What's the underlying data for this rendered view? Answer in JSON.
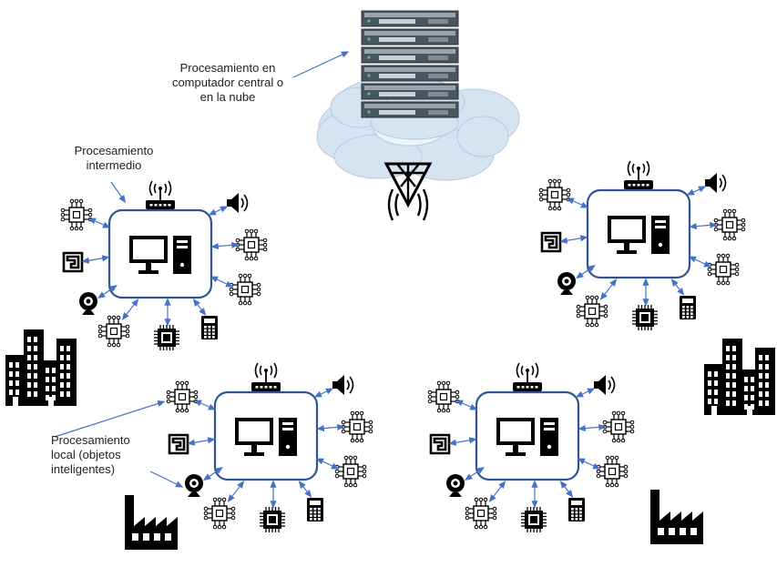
{
  "labels": {
    "central": "Procesamiento en\ncomputador central o\nen la nube",
    "intermediate": "Procesamiento\nintermedio",
    "local": "Procesamiento\nlocal (objetos\ninteligentes)"
  },
  "colors": {
    "node_border": "#2f5496",
    "arrow": "#4472c4",
    "cloud": "#d6e4f2",
    "cloud_edge": "#b4cbe3",
    "icon": "#000000"
  },
  "icons": [
    "server-rack-icon",
    "cloud-icon",
    "antenna-tower-icon",
    "computer-icon",
    "router-icon",
    "chip-icon",
    "speaker-icon",
    "maze-sensor-icon",
    "webcam-icon",
    "calculator-icon",
    "buildings-icon",
    "factory-icon"
  ]
}
